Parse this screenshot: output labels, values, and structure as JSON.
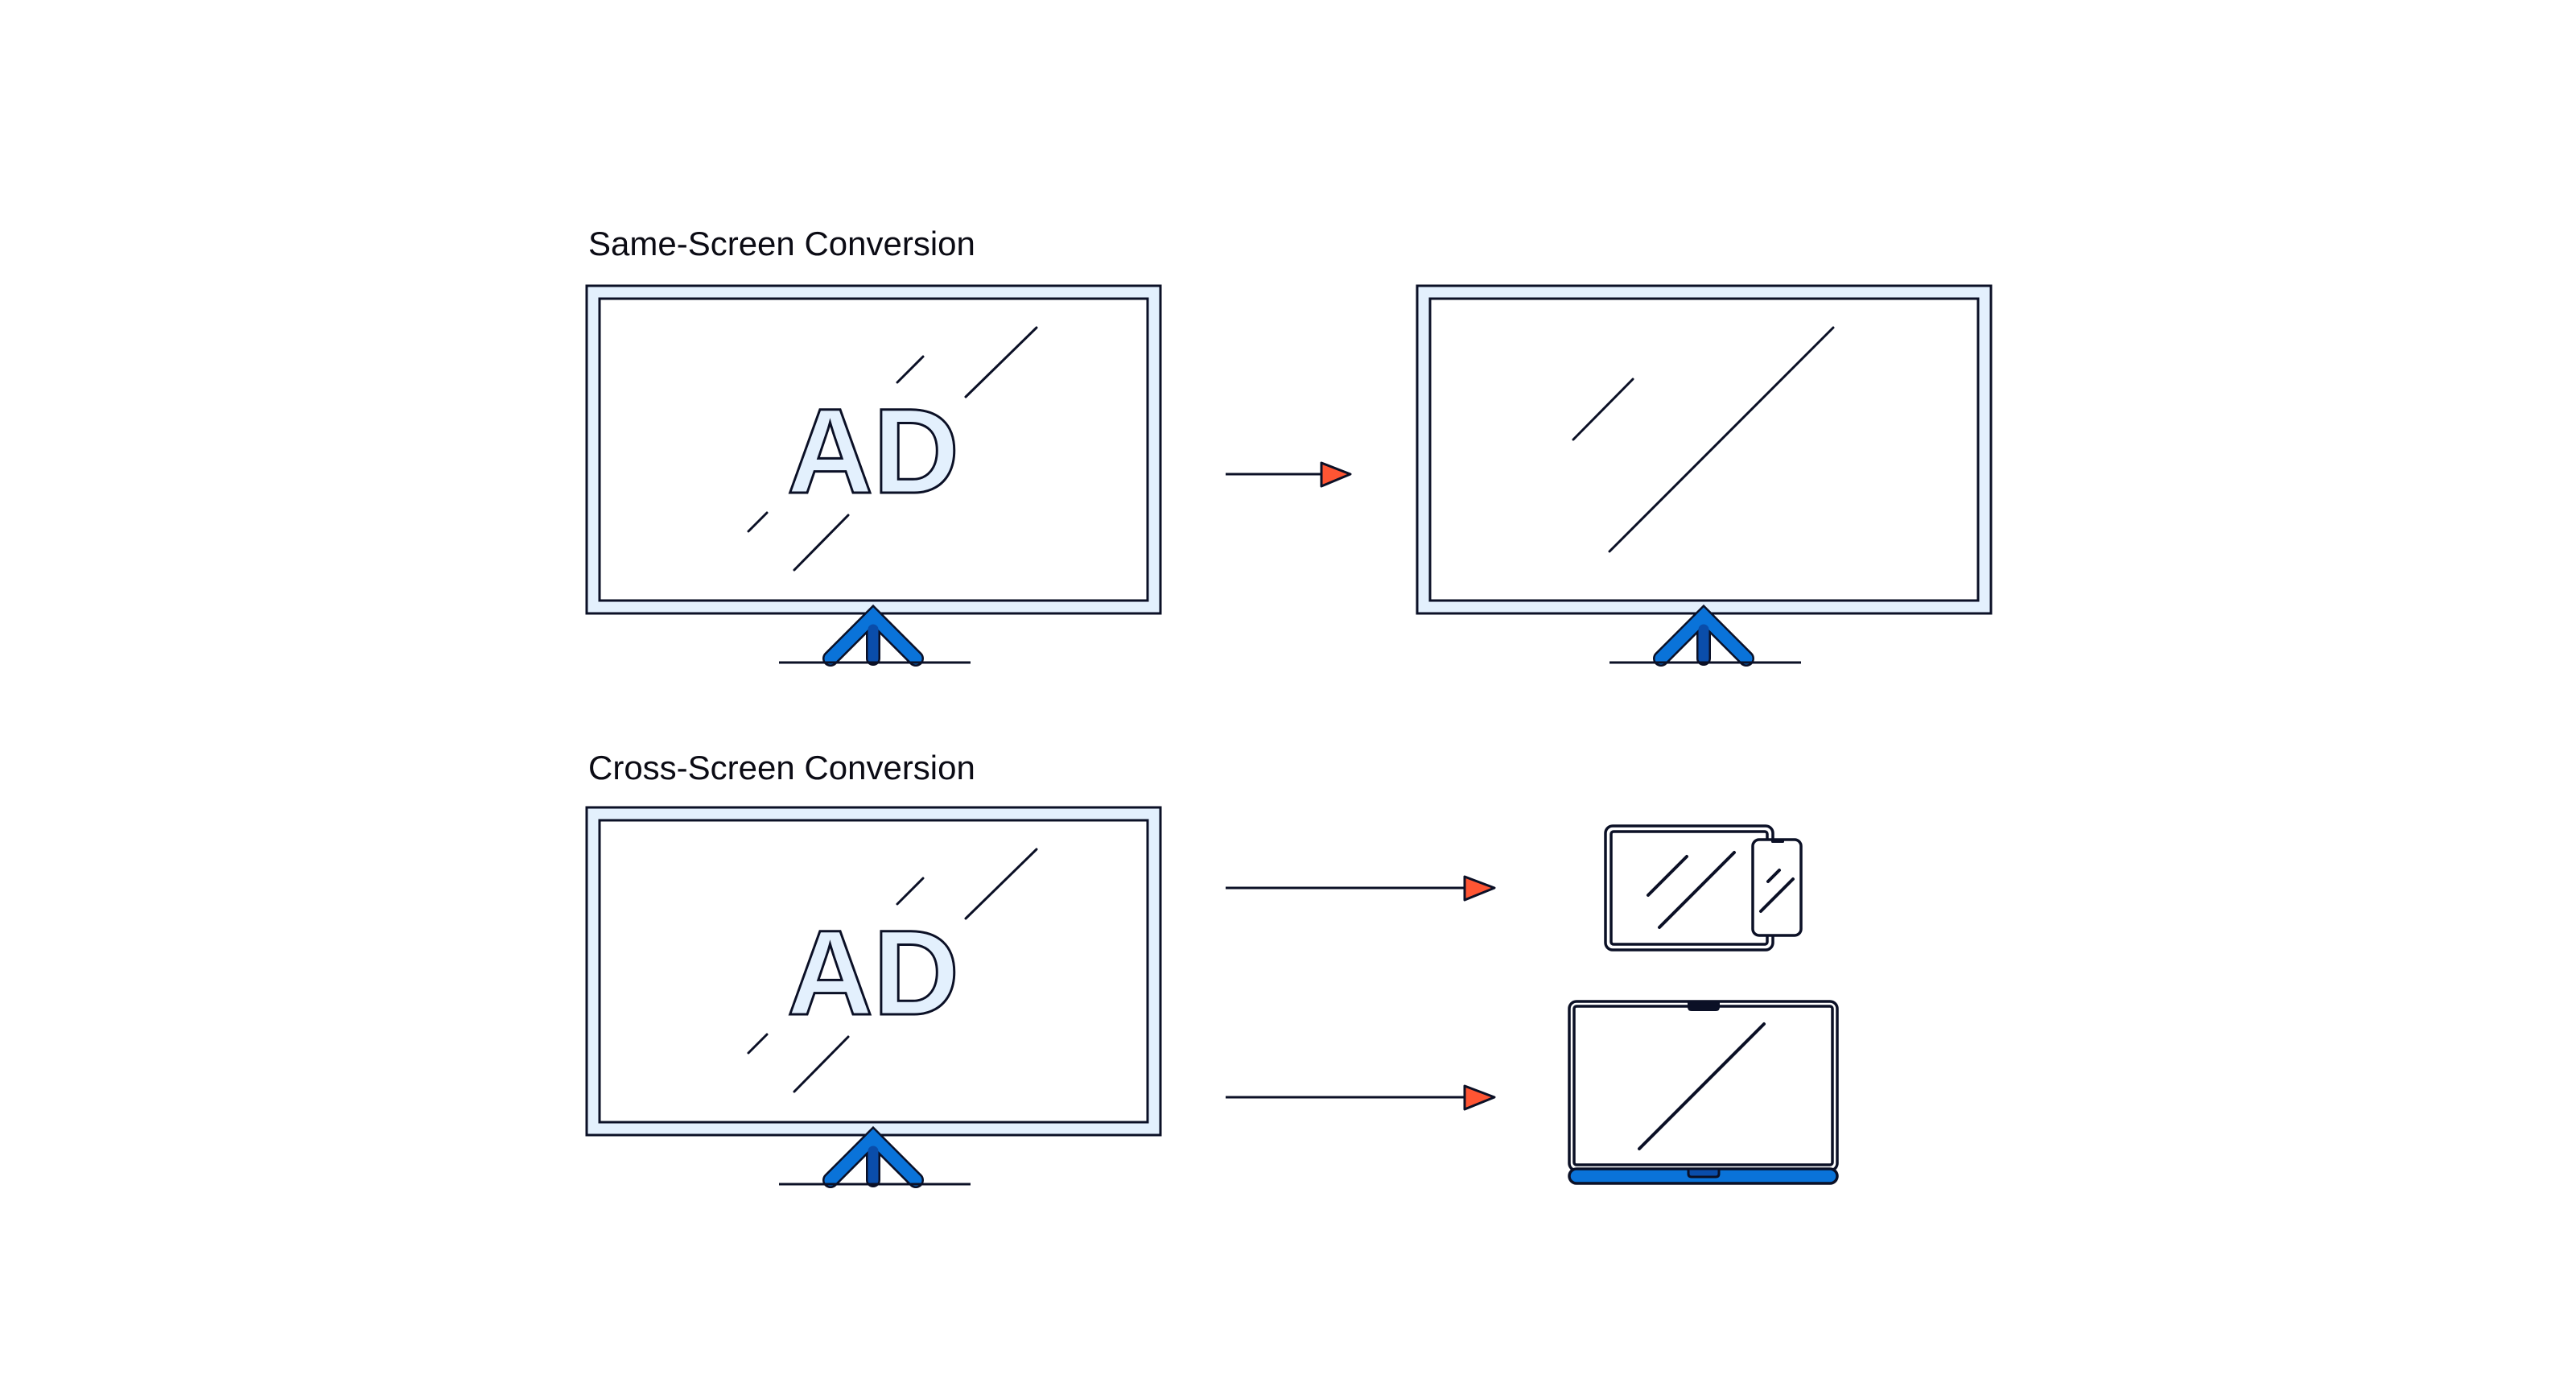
{
  "sections": [
    {
      "title": "Same-Screen Conversion",
      "source": {
        "device": "tv",
        "content": "AD"
      },
      "targets": [
        {
          "device": "tv",
          "content": ""
        }
      ]
    },
    {
      "title": "Cross-Screen Conversion",
      "source": {
        "device": "tv",
        "content": "AD"
      },
      "targets": [
        {
          "device": "tablet-and-phone",
          "content": ""
        },
        {
          "device": "laptop",
          "content": ""
        }
      ]
    }
  ],
  "colors": {
    "frame_fill": "#e3f0fd",
    "stroke": "#0b1026",
    "arrow_head": "#ff5533",
    "stand_blue": "#0a73d9",
    "stand_stem": "#0a4daa"
  },
  "icons": {
    "arrow": "arrow-right-icon",
    "tv": "tv-monitor-icon",
    "tablet": "tablet-icon",
    "phone": "smartphone-icon",
    "laptop": "laptop-icon"
  }
}
